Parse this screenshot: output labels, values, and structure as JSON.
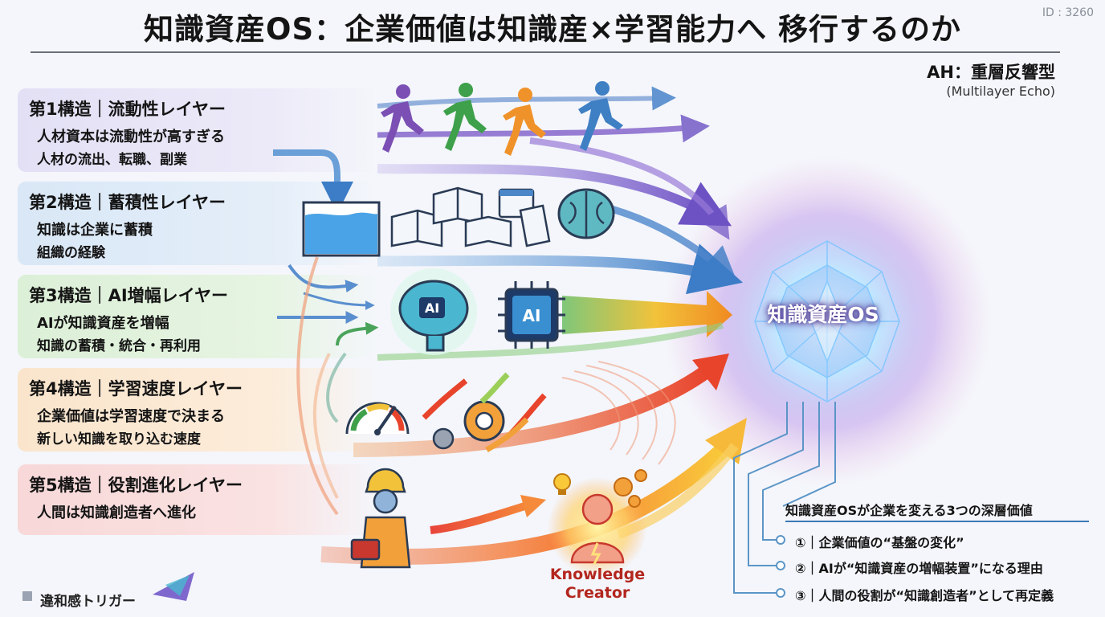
{
  "title": "知識資産OS：企業価値は知識産×学習能力へ 移行するのか",
  "page_id": "ID : 3260",
  "ah": {
    "label": "AH：重層反響型",
    "sub": "(Multilayer Echo)"
  },
  "layers": [
    {
      "title": "第1構造｜流動性レイヤー",
      "line1": "人材資本は流動性が高すぎる",
      "line2": "人材の流出、転職、副業",
      "color": "#e6e4f6"
    },
    {
      "title": "第2構造｜蓄積性レイヤー",
      "line1": "知識は企業に蓄積",
      "line2": "組織の経験",
      "color": "#dde9f6"
    },
    {
      "title": "第3構造｜AI増幅レイヤー",
      "line1": "AIが知識資産を増幅",
      "line2": "知識の蓄積・統合・再利用",
      "color": "#e0f0dc"
    },
    {
      "title": "第4構造｜学習速度レイヤー",
      "line1": "企業価値は学習速度で決まる",
      "line2": "新しい知識を取り込む速度",
      "color": "#fbe8d2"
    },
    {
      "title": "第5構造｜役割進化レイヤー",
      "line1": "人間は知識創造者へ進化",
      "line2": "",
      "color": "#f9dcdc"
    }
  ],
  "center_label": "知識資産OS",
  "ai_chip_text": "AI",
  "ai_brain_text": "AI",
  "knowledge_creator": {
    "line1": "Knowledge",
    "line2": "Creator"
  },
  "values": {
    "title": "知識資産OSが企業を変える3つの深層価値",
    "items": [
      "①｜企業価値の“基盤の変化”",
      "②｜AIが“知識資産の増幅装置”になる理由",
      "③｜人間の役割が“知識創造者”として再定義"
    ]
  },
  "brand": "違和感トリガー",
  "colors": {
    "runner1": "#7b4fb3",
    "runner2": "#3ea04a",
    "runner3": "#f0922a",
    "runner4": "#3f7fc4",
    "core": "#8fd8ff",
    "accent": "#3c78b5"
  }
}
